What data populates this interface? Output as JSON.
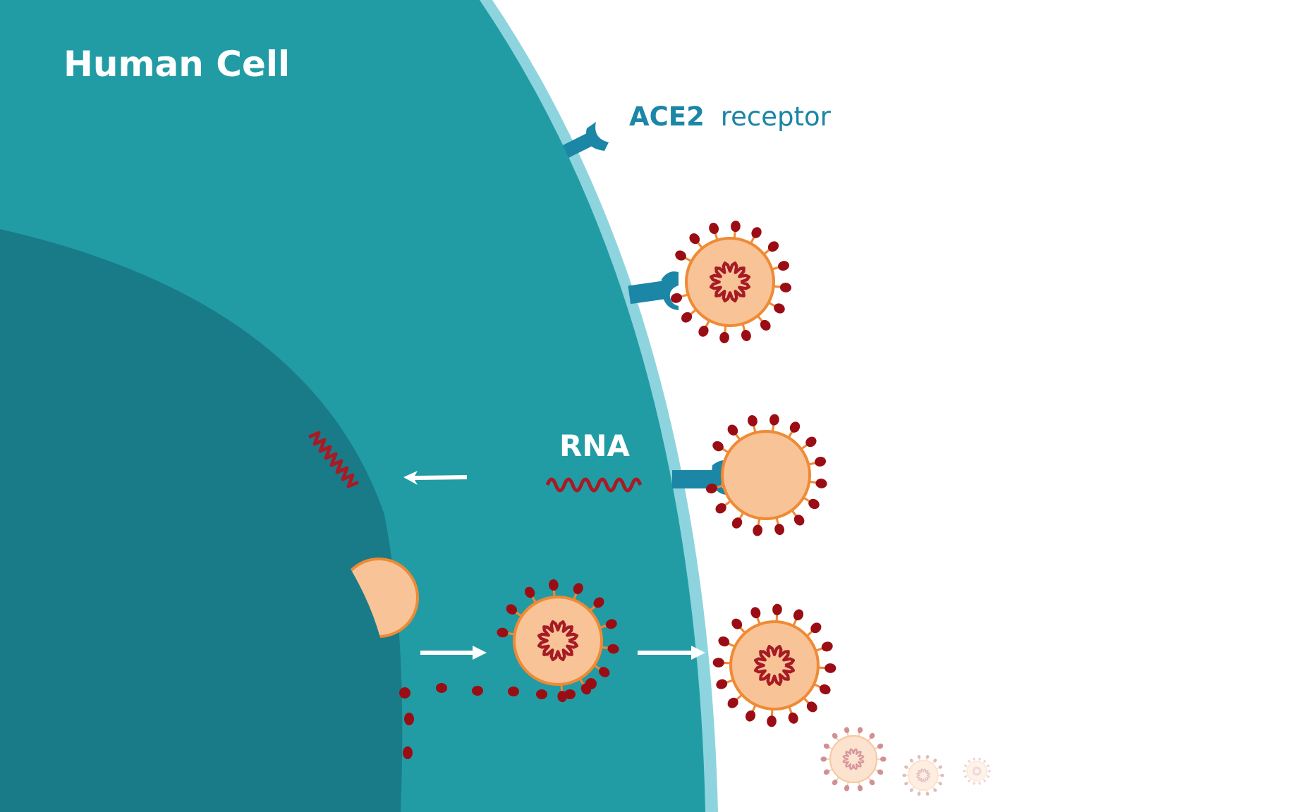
{
  "title": "Human Cell",
  "labels": {
    "ace2_bold": "ACE2",
    "ace2_rest": "receptor",
    "rna": "RNA"
  },
  "colors": {
    "background": "#ffffff",
    "cytoplasm": "#229ca4",
    "nucleus": "#1a7b88",
    "membrane": "#8ed4df",
    "receptor": "#1b86a6",
    "virus_body": "#f8c396",
    "virus_outline": "#ef8a35",
    "spike": "#9b0d14",
    "rna": "#a61b25",
    "arrow": "#ffffff",
    "label_title": "#ffffff",
    "label_ace2": "#1b86a6"
  },
  "icons": [
    "ace2-receptor-icon",
    "coronavirus-icon",
    "rna-strand-icon",
    "arrow-icon"
  ]
}
